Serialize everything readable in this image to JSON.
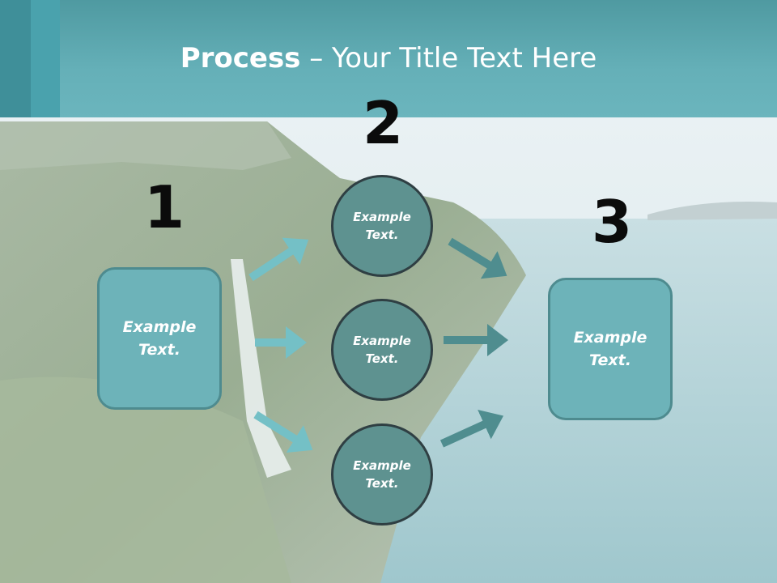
{
  "title": {
    "bold": "Process",
    "rest": " – Your Title Text Here"
  },
  "steps": {
    "one": "1",
    "two": "2",
    "three": "3"
  },
  "left_box": {
    "text": "Example\nText."
  },
  "circles": [
    {
      "text": "Example\nText."
    },
    {
      "text": "Example\nText."
    },
    {
      "text": "Example\nText."
    }
  ],
  "right_box": {
    "text": "Example\nText."
  },
  "colors": {
    "header": "#65b0b8",
    "box_fill": "#6db3b9",
    "circle_fill": "#5e9290",
    "arrow_left": "#74c0c6",
    "arrow_right": "#4f8d8f"
  }
}
